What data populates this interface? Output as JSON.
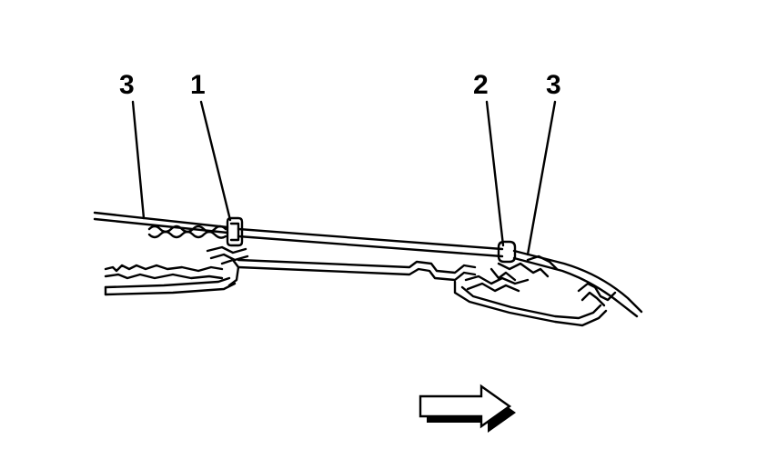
{
  "callouts": [
    {
      "id": "callout-1",
      "label": "3"
    },
    {
      "id": "callout-2",
      "label": "1"
    },
    {
      "id": "callout-3",
      "label": "2"
    },
    {
      "id": "callout-4",
      "label": "3"
    }
  ],
  "colors": {
    "line": "#000000",
    "background": "#ffffff",
    "arrow_fill": "#ffffff"
  },
  "icons": {
    "direction": "forward-arrow-icon"
  }
}
